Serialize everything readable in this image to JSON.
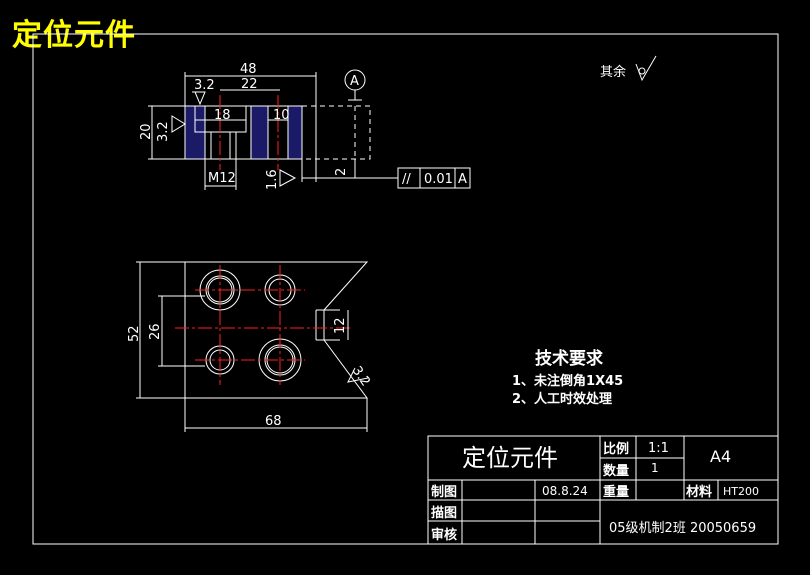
{
  "drawing": {
    "title": "定位元件",
    "roughness_note": "其余",
    "datum_label": "A",
    "dimensions": {
      "overall_width_top": "48",
      "width_22": "22",
      "slot_18": "18",
      "slot_10": "10",
      "height_20": "20",
      "rough_3_2_top": "3.2",
      "rough_3_2_left": "3.2",
      "rough_1_6": "1.6",
      "thread": "M12",
      "small_2": "2",
      "tolerance_symbol": "//",
      "tolerance_value": "0.01",
      "tolerance_datum": "A",
      "height_52": "52",
      "height_26": "26",
      "slot_12": "12",
      "rough_3_2_vee": "3.2",
      "overall_width_bottom": "68"
    },
    "tech_requirements": {
      "heading": "技术要求",
      "item1": "1、未注倒角1X45",
      "item2": "2、人工时效处理"
    },
    "title_block": {
      "name": "定位元件",
      "scale_label": "比例",
      "scale_value": "1:1",
      "qty_label": "数量",
      "qty_value": "1",
      "size": "A4",
      "drawn_label": "制图",
      "date": "08.8.24",
      "weight_label": "重量",
      "material_label": "材料",
      "material_value": "HT200",
      "traced_label": "描图",
      "checked_label": "审核",
      "class_id": "05级机制2班 20050659"
    }
  }
}
